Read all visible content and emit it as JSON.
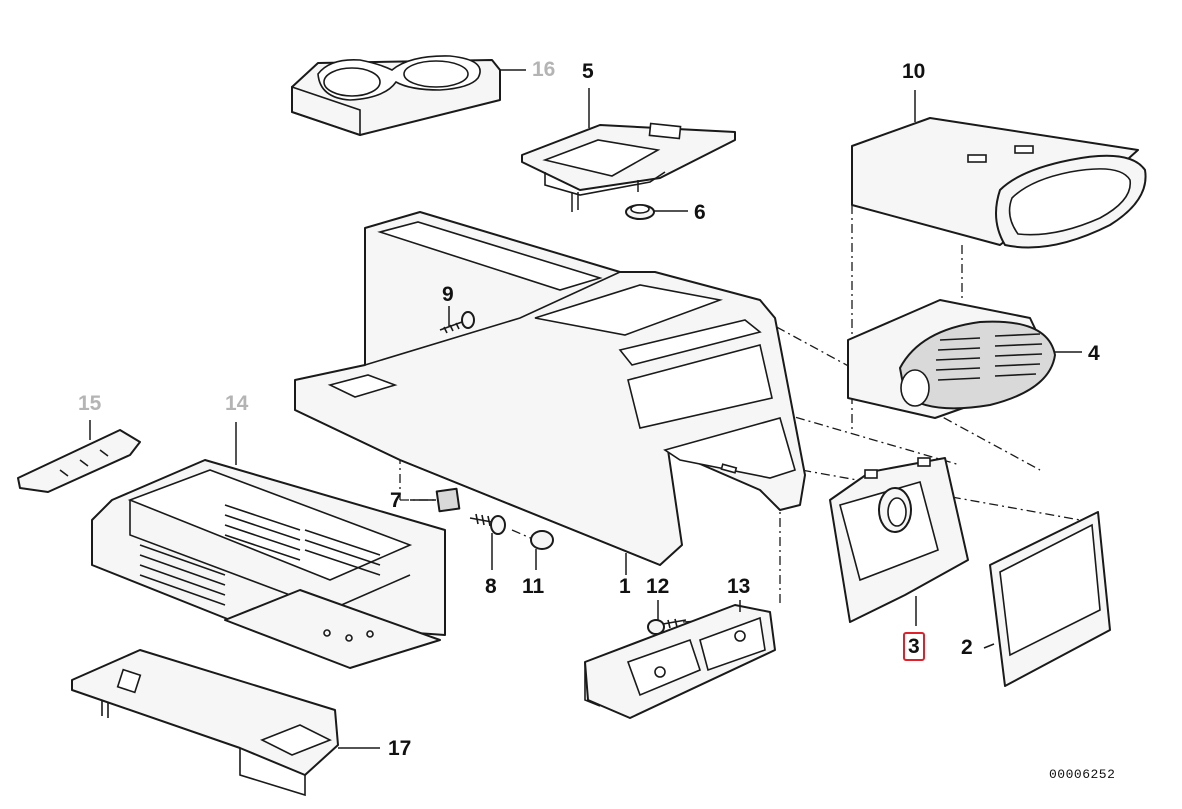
{
  "diagram": {
    "callouts": [
      {
        "id": "p1",
        "text": "1",
        "state": "normal"
      },
      {
        "id": "p2",
        "text": "2",
        "state": "normal"
      },
      {
        "id": "p3",
        "text": "3",
        "state": "highlighted"
      },
      {
        "id": "p4",
        "text": "4",
        "state": "normal"
      },
      {
        "id": "p5",
        "text": "5",
        "state": "normal"
      },
      {
        "id": "p6",
        "text": "6",
        "state": "normal"
      },
      {
        "id": "p7",
        "text": "7",
        "state": "normal"
      },
      {
        "id": "p8",
        "text": "8",
        "state": "normal"
      },
      {
        "id": "p9",
        "text": "9",
        "state": "normal"
      },
      {
        "id": "p10",
        "text": "10",
        "state": "normal"
      },
      {
        "id": "p11",
        "text": "11",
        "state": "normal"
      },
      {
        "id": "p12",
        "text": "12",
        "state": "normal"
      },
      {
        "id": "p13",
        "text": "13",
        "state": "normal"
      },
      {
        "id": "p14",
        "text": "14",
        "state": "dimmed"
      },
      {
        "id": "p15",
        "text": "15",
        "state": "dimmed"
      },
      {
        "id": "p16",
        "text": "16",
        "state": "dimmed"
      },
      {
        "id": "p17",
        "text": "17",
        "state": "normal"
      }
    ],
    "document_id": "00006252",
    "colors": {
      "line": "#1a1a1a",
      "highlight": "#e0202a",
      "dimmed_label": "#b4b4b4"
    }
  }
}
